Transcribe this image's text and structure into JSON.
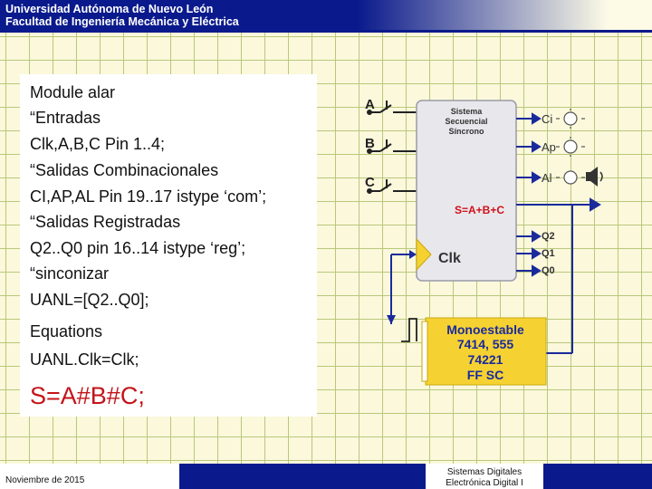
{
  "header": {
    "line1": "Universidad Autónoma de Nuevo León",
    "line2": "Facultad de Ingeniería Mecánica y Eléctrica"
  },
  "code": {
    "lines": [
      "Module alar",
      "“Entradas",
      "Clk,A,B,C Pin 1..4;",
      "“Salidas Combinacionales",
      "CI,AP,AL Pin 19..17 istype ‘com’;",
      "“Salidas Registradas",
      "Q2..Q0 pin 16..14 istype ‘reg’;",
      "“sinconizar",
      "UANL=[Q2..Q0];",
      "Equations",
      "UANL.Clk=Clk;"
    ],
    "highlight": "S=A#B#C;"
  },
  "diagram": {
    "inputs": [
      "A",
      "B",
      "C"
    ],
    "system_label": [
      "Sistema",
      "Secuencial",
      "Síncrono"
    ],
    "outputs": [
      "Ci",
      "Ap",
      "Al"
    ],
    "equation": "S=A+B+C",
    "registers": [
      "Q2",
      "Q1",
      "Q0"
    ],
    "clock_label": "Clk",
    "monostable": [
      "Monoestable",
      "7414, 555",
      "74221",
      "FF SC"
    ],
    "colors": {
      "wire": "#1a2a9c",
      "block": "#e8e8ec",
      "monostable": "#f5d232",
      "equation": "#d0101a"
    }
  },
  "footer": {
    "date": "Noviembre de 2015",
    "course_line1": "Sistemas Digitales",
    "course_line2": "Electrónica Digital I"
  }
}
